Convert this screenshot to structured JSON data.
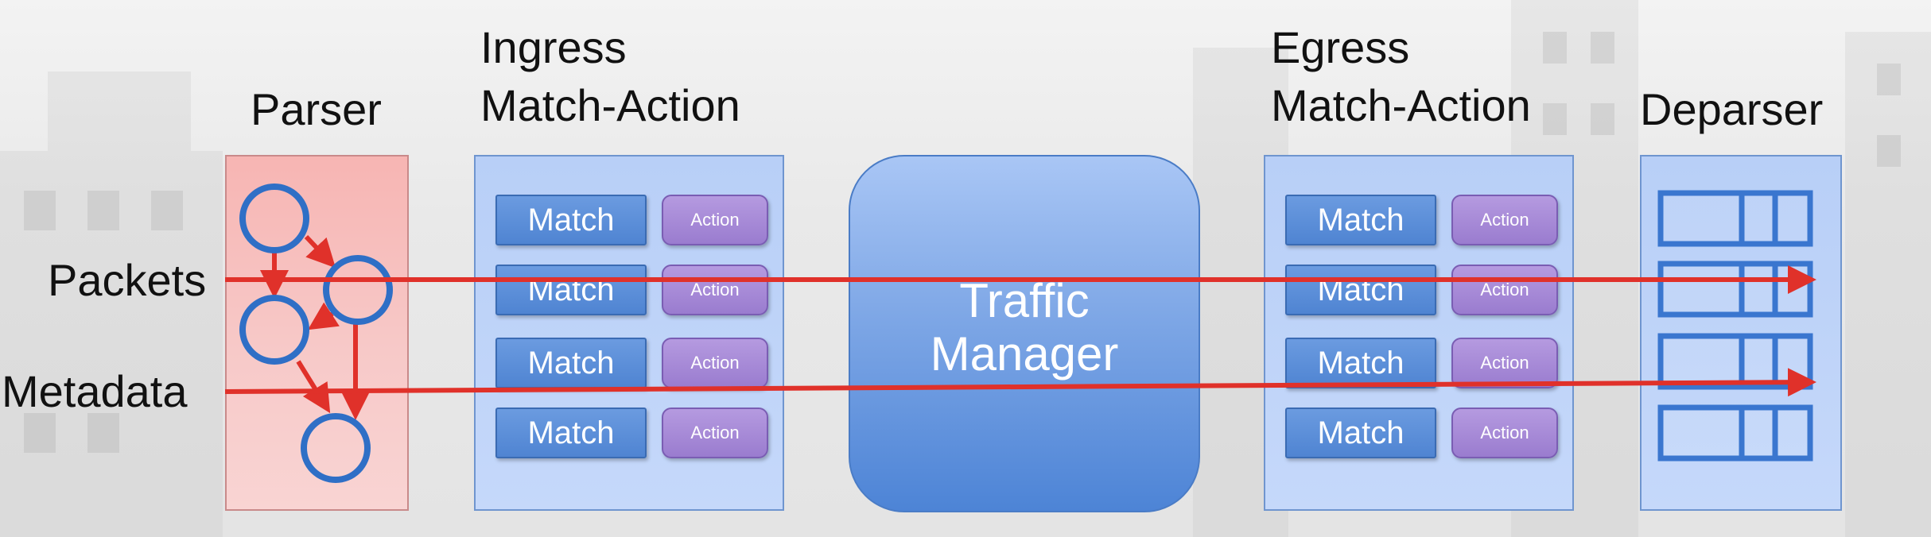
{
  "stages": {
    "parser": {
      "label": "Parser"
    },
    "ingress": {
      "label_line1": "Ingress",
      "label_line2": "Match-Action"
    },
    "traffic_manager": {
      "line1": "Traffic",
      "line2": "Manager"
    },
    "egress": {
      "label_line1": "Egress",
      "label_line2": "Match-Action"
    },
    "deparser": {
      "label": "Deparser"
    }
  },
  "inputs": {
    "packets": "Packets",
    "metadata": "Metadata"
  },
  "table": {
    "match": "Match",
    "action": "Action"
  },
  "colors": {
    "arrow": "#e0312a",
    "parser_fill": "#f7c0be",
    "stage_fill": "#c0d4f8",
    "match_fill": "#5a8dd8",
    "action_fill": "#a78ad8",
    "node_stroke": "#2f6fc6"
  }
}
